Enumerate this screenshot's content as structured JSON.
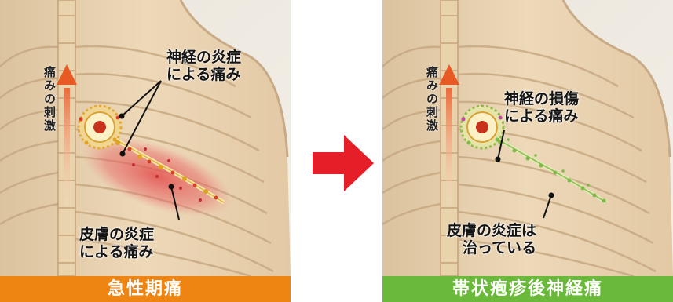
{
  "colors": {
    "acute_bar": "#ee8412",
    "phn_bar": "#6bb93a",
    "transition_arrow": "#e61e28",
    "stimulus_arrow": "#e85a23"
  },
  "panels": {
    "acute": {
      "title": "急性期痛",
      "vertical_label": "痛みの刺激",
      "callout_nerve": "神経の炎症\nによる痛み",
      "callout_skin": "皮膚の炎症\nによる痛み"
    },
    "phn": {
      "title": "帯状疱疹後神経痛",
      "vertical_label": "痛みの刺激",
      "callout_nerve": "神経の損傷\nによる痛み",
      "callout_skin": "皮膚の炎症は\n治っている"
    }
  },
  "icons": {
    "transition": "right-arrow-icon",
    "stimulus": "up-arrow-icon"
  }
}
